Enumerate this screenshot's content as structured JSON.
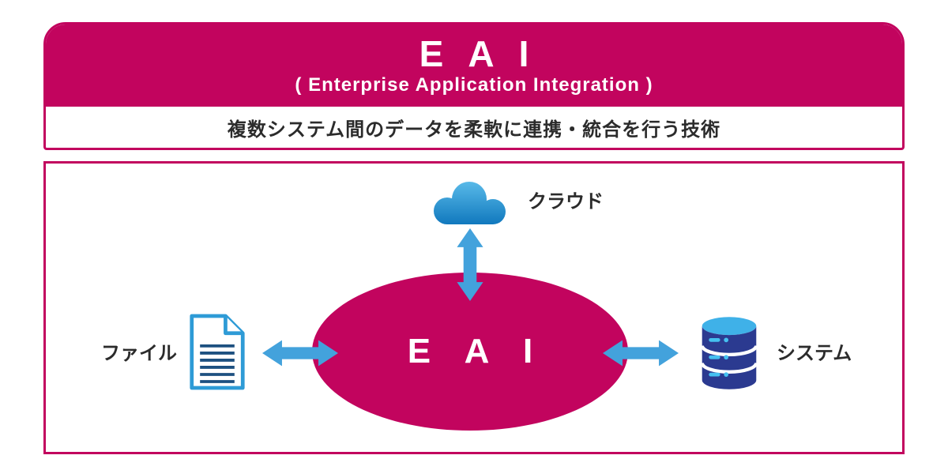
{
  "colors": {
    "accent": "#C2045E",
    "arrow_blue": "#43A2DC",
    "cloud_light": "#5BBCEA",
    "cloud_dark": "#0E76BC",
    "file_border": "#2E9BD6",
    "file_lines": "#1D5080",
    "db_body": "#2B3A90",
    "db_light": "#45C0F0",
    "text_dark": "#2B2B2B"
  },
  "header": {
    "title": "E A I",
    "subtitle": "( Enterprise Application Integration )",
    "description": "複数システム間のデータを柔軟に連携・統合を行う技術"
  },
  "diagram": {
    "center_label": "E A I",
    "cloud": {
      "label": "クラウド",
      "icon": "cloud-icon"
    },
    "file": {
      "label": "ファイル",
      "icon": "file-document-icon"
    },
    "system": {
      "label": "システム",
      "icon": "database-icon"
    }
  }
}
